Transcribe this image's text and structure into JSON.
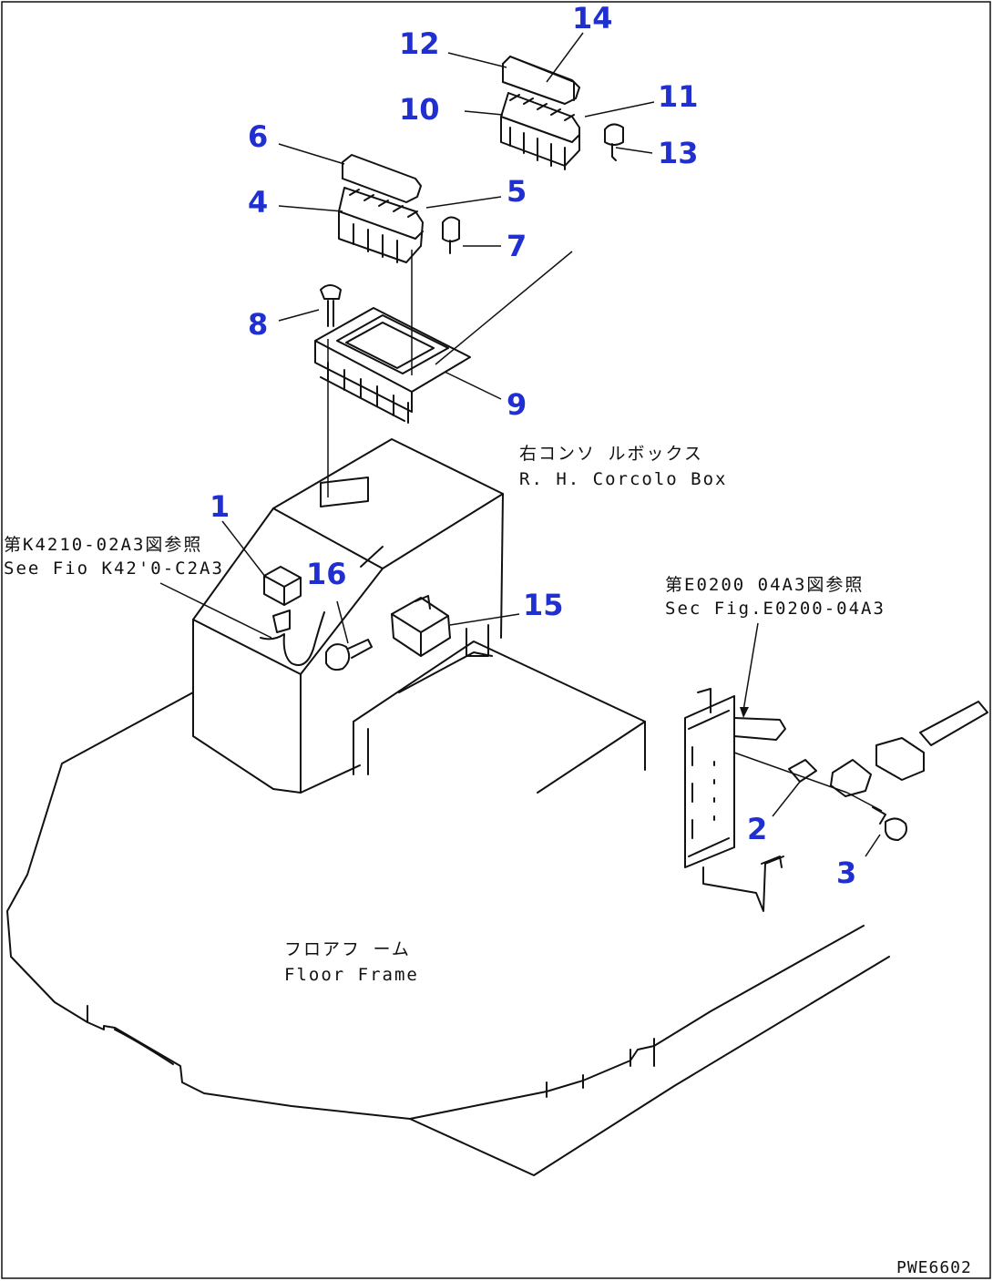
{
  "callouts": {
    "c1": "1",
    "c2": "2",
    "c3": "3",
    "c4": "4",
    "c5": "5",
    "c6": "6",
    "c7": "7",
    "c8": "8",
    "c9": "9",
    "c10": "10",
    "c11": "11",
    "c12": "12",
    "c13": "13",
    "c14": "14",
    "c15": "15",
    "c16": "16"
  },
  "notes": {
    "console_jp": "右コンソ ルボックス",
    "console_en": "R. H. Corcolo Box",
    "ref1_jp": "第K4210-02A3図参照",
    "ref1_en": "See Fio K42'0-C2A3",
    "ref2_jp": "第E0200 04A3図参照",
    "ref2_en": "Sec Fig.E0200-04A3",
    "floor_jp": "フロアフ ーム",
    "floor_en": "Floor Frame",
    "drawing_id": "PWE6602"
  },
  "colors": {
    "callout": "#1f2fd0",
    "line": "#111111"
  }
}
